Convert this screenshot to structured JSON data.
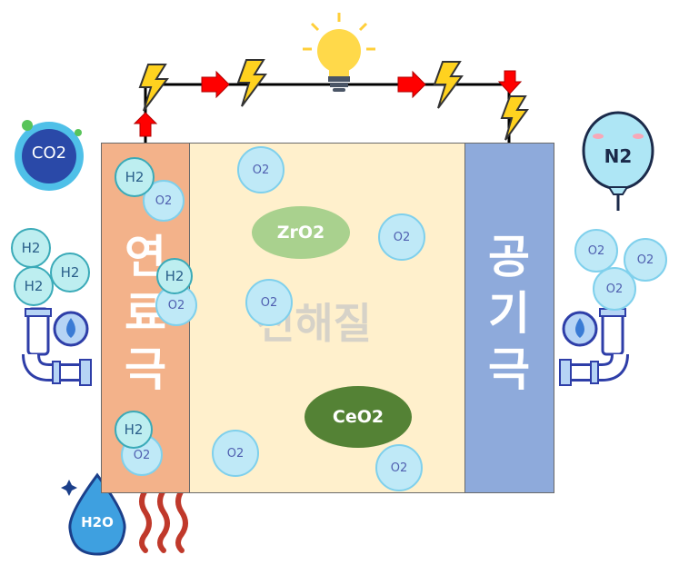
{
  "labels": {
    "anode": "연료극",
    "electrolyte": "전해질",
    "cathode": "공기극",
    "zro2": "ZrO2",
    "ceo2": "CeO2"
  },
  "molecules": {
    "co2": "CO2",
    "n2": "N2",
    "h2o": "H2O",
    "h2": "H2",
    "o2": "O2"
  },
  "colors": {
    "anode": "#f3b28a",
    "electrolyte": "#fff0cc",
    "cathode": "#8eaadb",
    "zro2": "#a9d18e",
    "ceo2": "#548235",
    "arrow": "#ff0000"
  },
  "icons": [
    "light-bulb-icon",
    "lightning-icon",
    "pipe-icon",
    "water-drop-icon",
    "heat-icon",
    "balloon-icon"
  ]
}
